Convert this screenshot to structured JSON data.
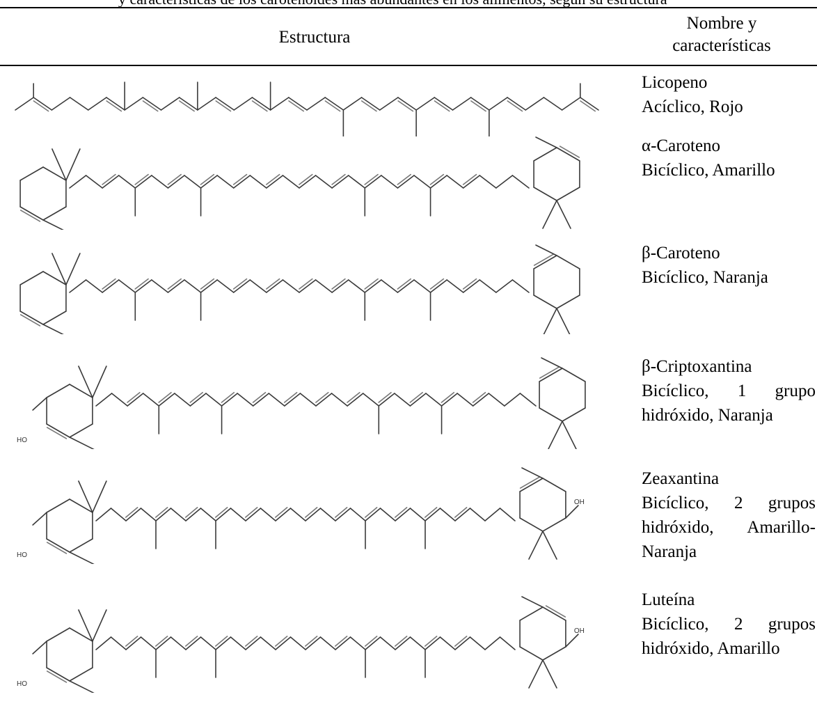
{
  "caption": "y características de los carotenoides más abundantes en los alimentos, según su estructura",
  "header": {
    "structure": "Estructura",
    "name_line1": "Nombre y",
    "name_line2": "características"
  },
  "rows": [
    {
      "name": "Licopeno",
      "desc": "Acíclico, Rojo"
    },
    {
      "name": "α-Caroteno",
      "desc": "Bicíclico, Amarillo"
    },
    {
      "name": "β-Caroteno",
      "desc": "Bicíclico, Naranja"
    },
    {
      "name": "β-Criptoxantina",
      "desc": "Bicíclico, 1 grupo hidróxido, Naranja"
    },
    {
      "name": "Zeaxantina",
      "desc": "Bicíclico, 2 grupos hidróxido, Amarillo-Naranja"
    },
    {
      "name": "Luteína",
      "desc": "Bicíclico, 2 grupos hidróxido, Amarillo"
    }
  ],
  "labels": {
    "hydroxyl": "HO",
    "hydroxyl_right": "OH"
  }
}
